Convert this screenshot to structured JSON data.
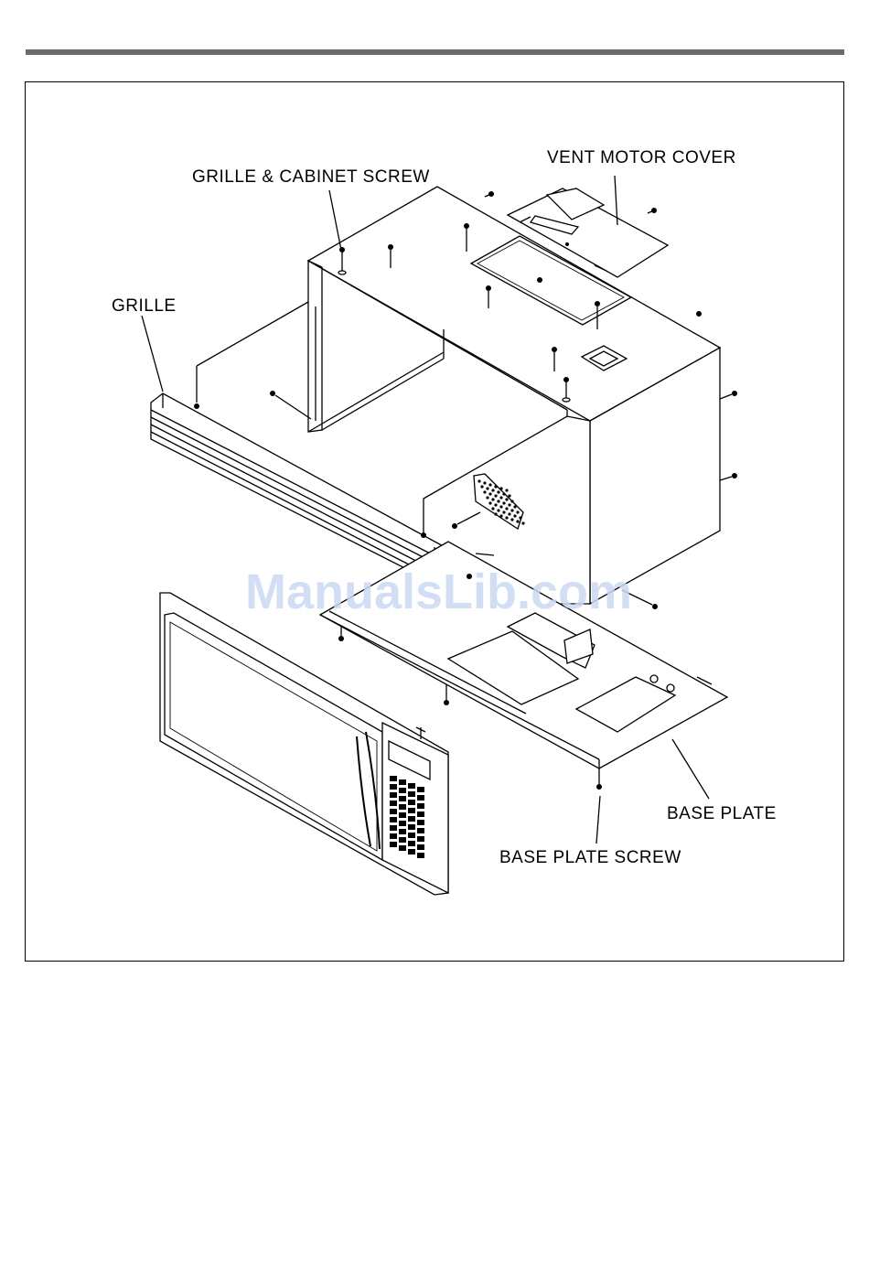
{
  "diagram": {
    "labels": {
      "vent_motor_cover": "VENT MOTOR COVER",
      "grille_cabinet_screw": "GRILLE & CABINET SCREW",
      "grille": "GRILLE",
      "base_plate": "BASE PLATE",
      "base_plate_screw": "BASE PLATE SCREW"
    },
    "watermark": "ManualsLib.com"
  },
  "colors": {
    "rule": "#6b6b6b",
    "watermark": "#c9d9f2"
  }
}
